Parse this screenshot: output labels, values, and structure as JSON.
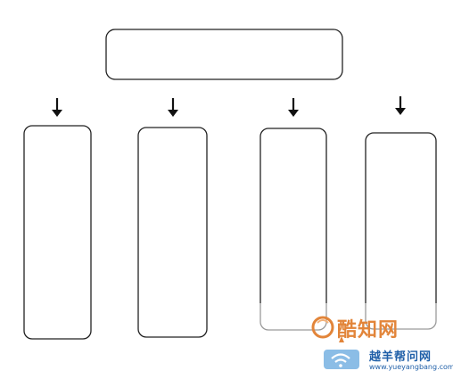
{
  "diagram": {
    "top_box_label": "",
    "child_box_labels": [
      "",
      "",
      "",
      ""
    ],
    "arrow_glyph": "down-arrow"
  },
  "watermark": {
    "logo_text": "酷知网",
    "site_name": "越羊帮问网",
    "url": "www.yueyangbang.com",
    "logo_icon": "wifi-badge-icon",
    "colors": {
      "orange": "#e2853a",
      "blue": "#1f5fa8",
      "light_blue": "#8bbde6"
    }
  }
}
